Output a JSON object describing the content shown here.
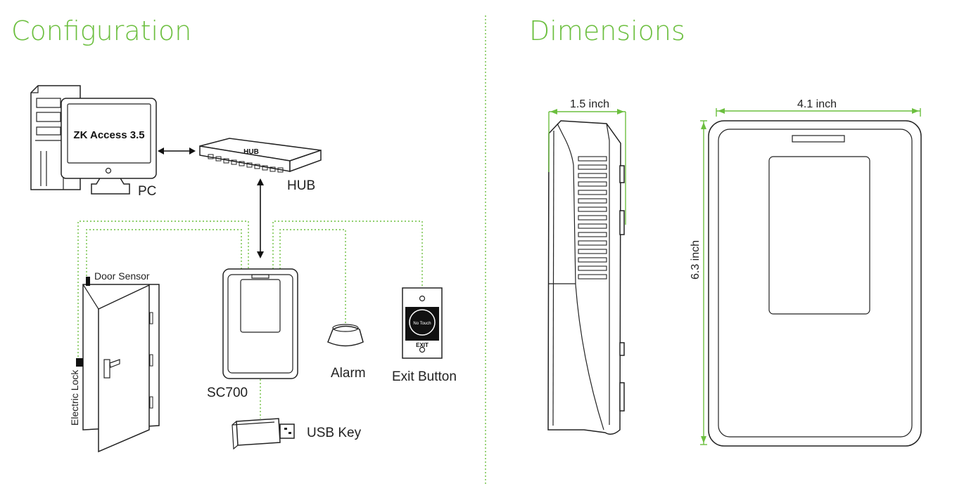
{
  "sections": {
    "configuration": "Configuration",
    "dimensions": "Dimensions"
  },
  "labels": {
    "pc": "PC",
    "software": "ZK Access 3.5",
    "hub": "HUB",
    "hub_device": "HUB",
    "door_sensor": "Door Sensor",
    "electric_lock": "Electric Lock",
    "device": "SC700",
    "alarm": "Alarm",
    "exit_button": "Exit Button",
    "exit_button_face": "No Touch",
    "exit_tag": "EXIT",
    "usb_key": "USB Key"
  },
  "dimensions": {
    "depth": "1.5 inch",
    "width": "4.1 inch",
    "height": "6.3 inch"
  },
  "colors": {
    "accent": "#6cbf3f",
    "outline": "#222222"
  }
}
